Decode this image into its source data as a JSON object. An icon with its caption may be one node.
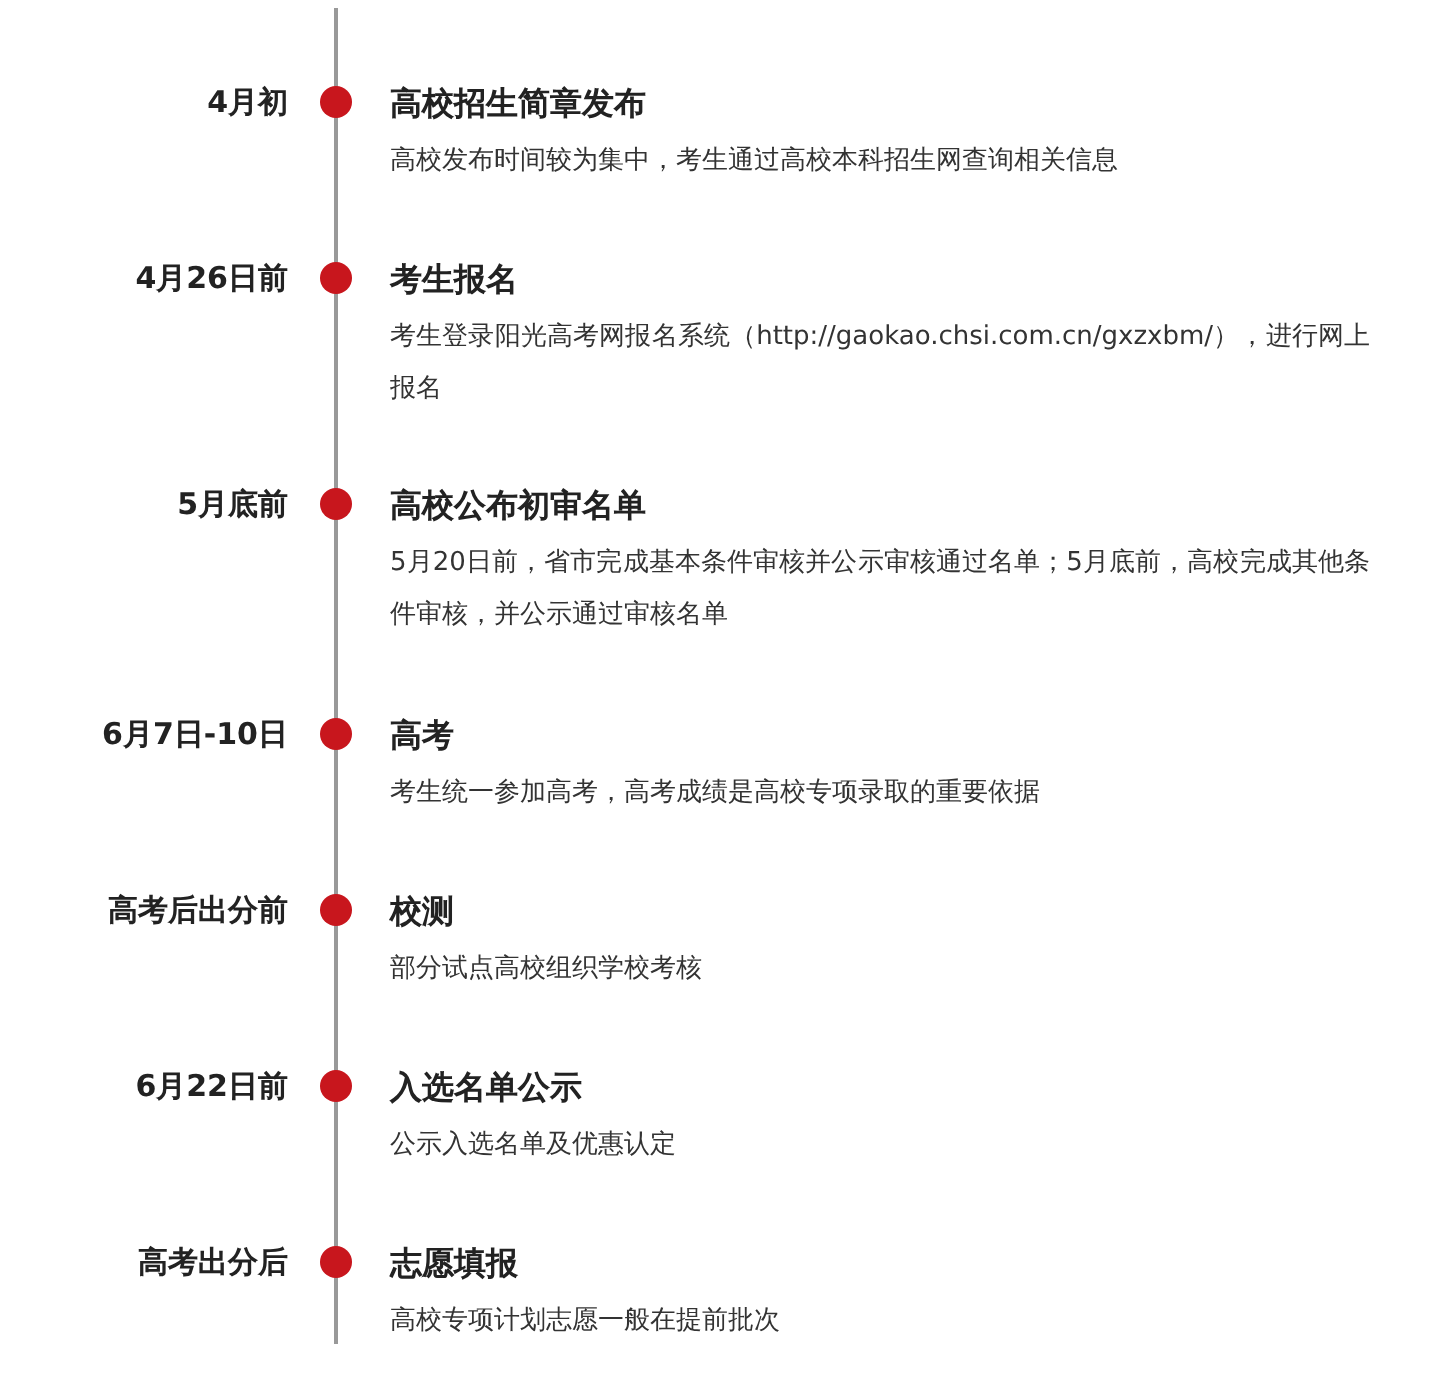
{
  "diagram": {
    "nodes": [
      {
        "text": [
          "高校招生简章发布",
          "高校发布时间较为集中，考生通过高校本科招生网查询相关信息"
        ],
        "beside": [
          "4月初"
        ]
      },
      {
        "text": [
          "考生报名",
          "考生登录阳光高考网报名系统（http://gaokao.chsi.com.cn/gxzxbm/），进行网上报名"
        ],
        "beside": [
          "4月26日前"
        ]
      },
      {
        "text": [
          "高校公布初审名单",
          "5月20日前，省市完成基本条件审核并公示审核通过名单；5月底前，高校完成其他条件审核，并公示通过审核名单"
        ],
        "beside": [
          "5月底前"
        ]
      },
      {
        "text": [
          "高考",
          "考生统一参加高考，高考成绩是高校专项录取的重要依据"
        ],
        "beside": [
          "6月7日-10日"
        ]
      },
      {
        "text": [
          "校测",
          "部分试点高校组织学校考核"
        ],
        "beside": [
          "高考后出分前"
        ]
      },
      {
        "text": [
          "入选名单公示",
          "公示入选名单及优惠认定"
        ],
        "beside": [
          "6月22日前"
        ]
      },
      {
        "text": [
          "志愿填报",
          "高校专项计划志愿一般在提前批次"
        ],
        "beside": [
          "高考出分后"
        ]
      }
    ]
  }
}
